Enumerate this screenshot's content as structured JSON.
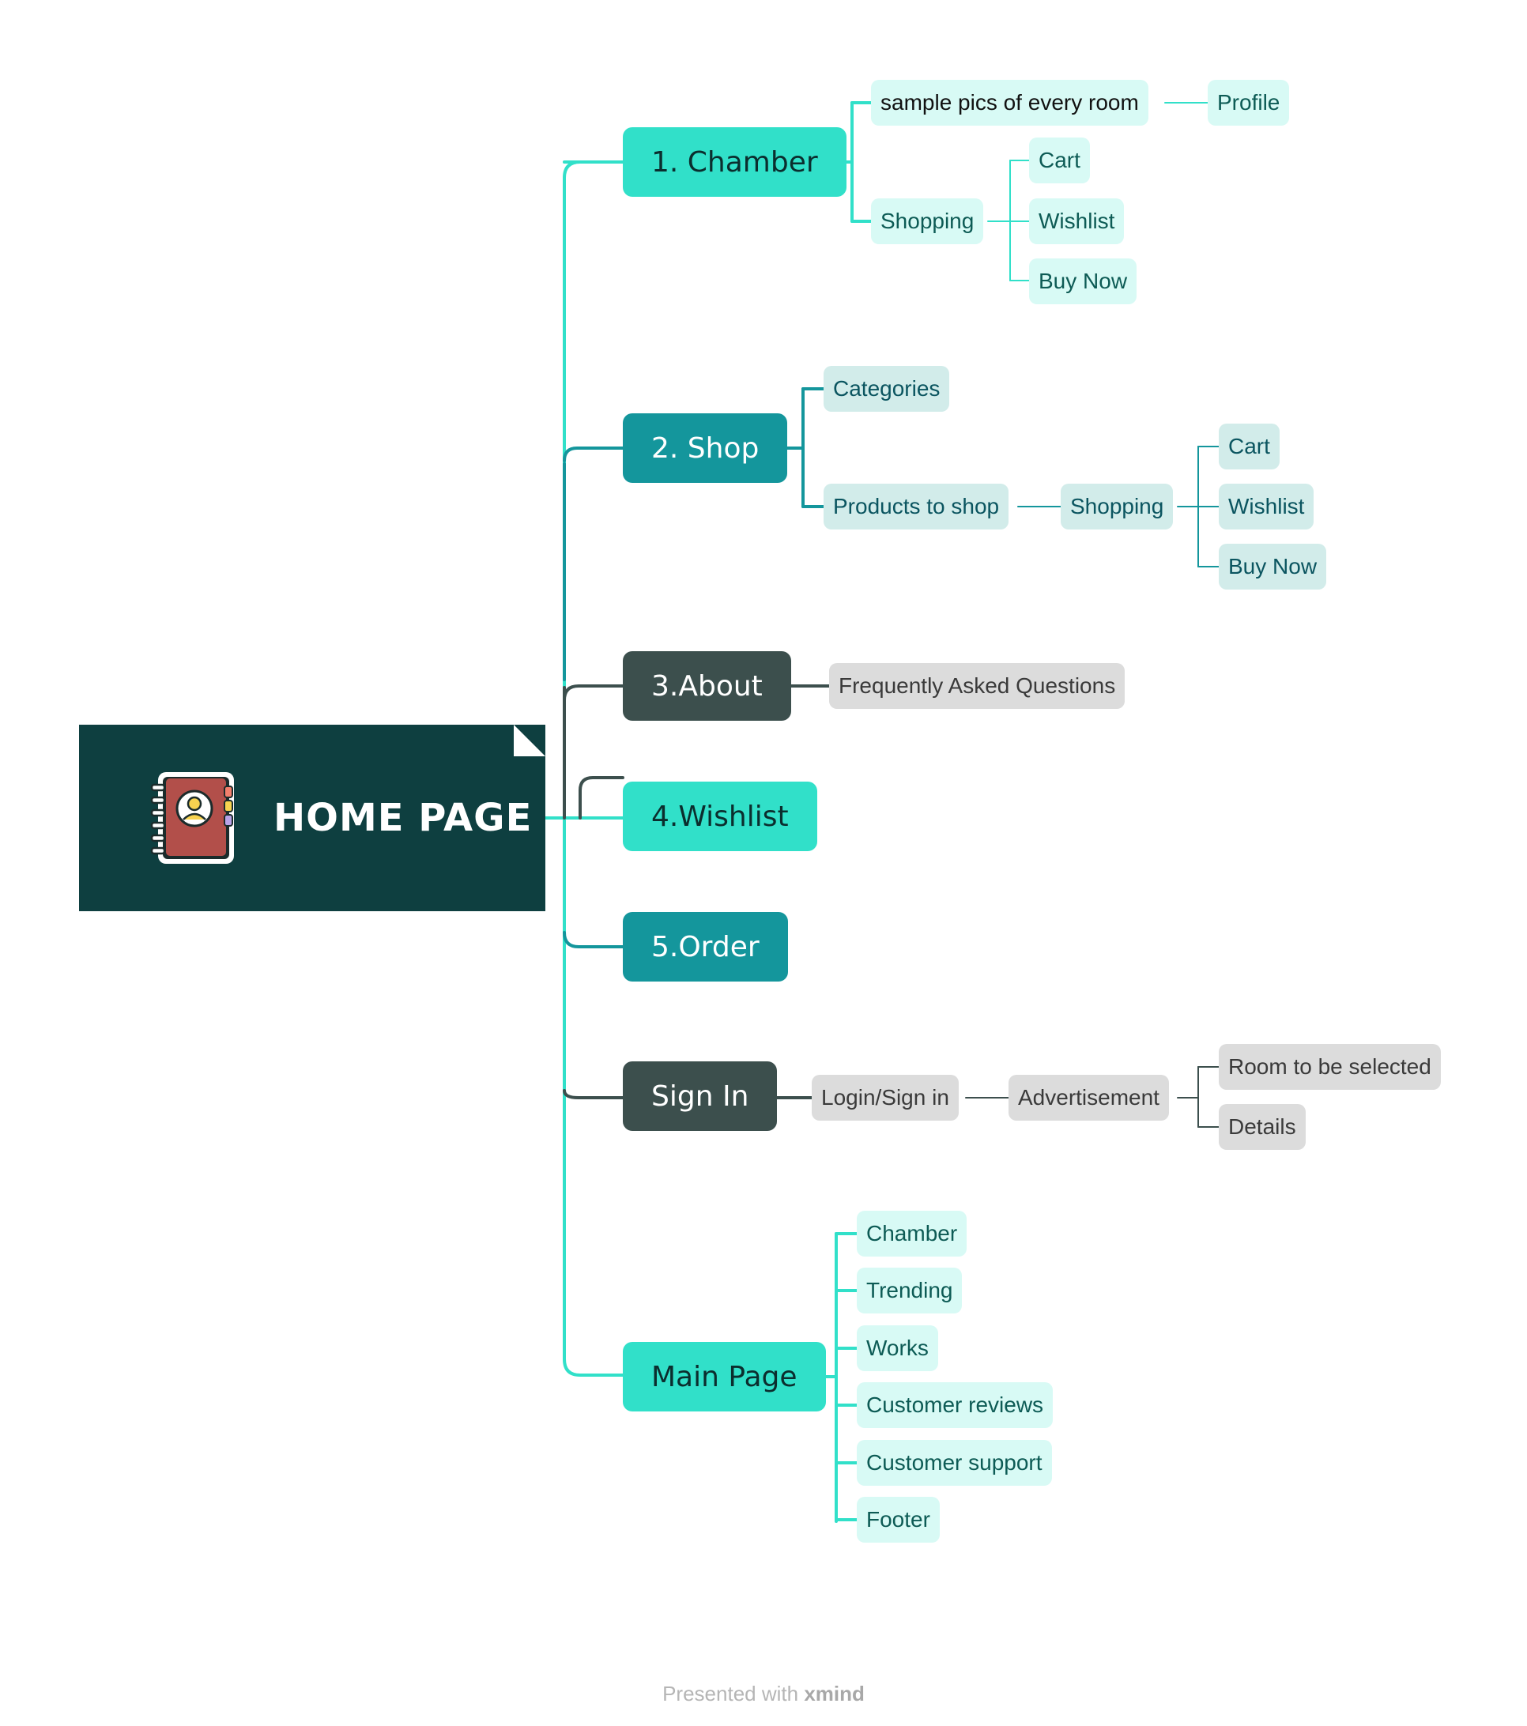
{
  "root": {
    "title": "HOME PAGE",
    "icon": "address-book-icon"
  },
  "branches": {
    "chamber": {
      "label": "1. Chamber",
      "sample_pics": "sample pics of every room",
      "profile": "Profile",
      "shopping": "Shopping",
      "cart": "Cart",
      "wishlist": "Wishlist",
      "buy_now": "Buy Now"
    },
    "shop": {
      "label": "2. Shop",
      "categories": "Categories",
      "products": "Products to shop",
      "shopping": "Shopping",
      "cart": "Cart",
      "wishlist": "Wishlist",
      "buy_now": "Buy Now"
    },
    "about": {
      "label": "3.About",
      "faq": "Frequently Asked Questions"
    },
    "wishlist": {
      "label": "4.Wishlist"
    },
    "order": {
      "label": "5.Order"
    },
    "signin": {
      "label": "Sign In",
      "login": "Login/Sign in",
      "advertisement": "Advertisement",
      "room": "Room to be selected",
      "details": "Details"
    },
    "main_page": {
      "label": "Main Page",
      "items": [
        "Chamber",
        "Trending",
        "Works",
        "Customer reviews",
        "Customer support",
        "Footer"
      ]
    }
  },
  "colors": {
    "bright_teal": "#31e0c9",
    "dark_teal": "#14969c",
    "slate": "#3c4f4d",
    "root_bg": "#0e3f40"
  },
  "footer": {
    "prefix": "Presented with",
    "brand": "xmind"
  }
}
